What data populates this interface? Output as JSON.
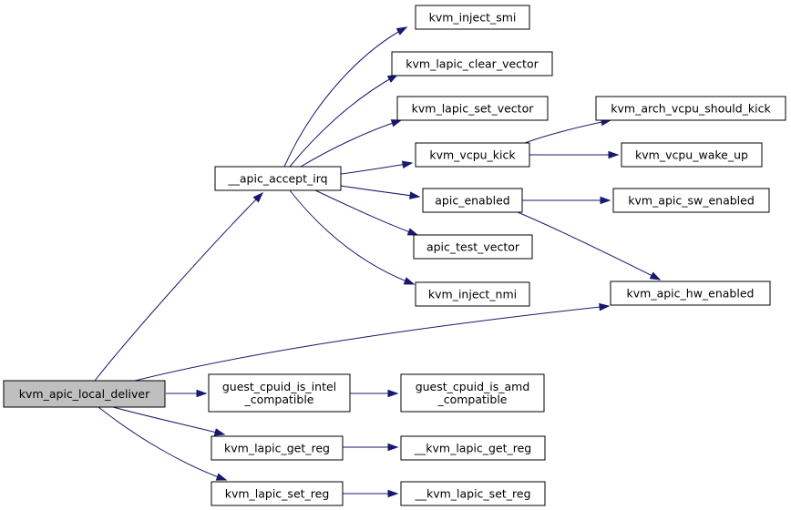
{
  "graph": {
    "nodes": {
      "kvm_apic_local_deliver": {
        "lines": [
          "kvm_apic_local_deliver"
        ],
        "root": true
      },
      "apic_accept_irq": {
        "lines": [
          "__apic_accept_irq"
        ]
      },
      "kvm_inject_smi": {
        "lines": [
          "kvm_inject_smi"
        ]
      },
      "kvm_lapic_clear_vector": {
        "lines": [
          "kvm_lapic_clear_vector"
        ]
      },
      "kvm_lapic_set_vector": {
        "lines": [
          "kvm_lapic_set_vector"
        ]
      },
      "kvm_vcpu_kick": {
        "lines": [
          "kvm_vcpu_kick"
        ]
      },
      "kvm_arch_vcpu_should_kick": {
        "lines": [
          "kvm_arch_vcpu_should_kick"
        ]
      },
      "kvm_vcpu_wake_up": {
        "lines": [
          "kvm_vcpu_wake_up"
        ]
      },
      "apic_enabled": {
        "lines": [
          "apic_enabled"
        ]
      },
      "kvm_apic_sw_enabled": {
        "lines": [
          "kvm_apic_sw_enabled"
        ]
      },
      "apic_test_vector": {
        "lines": [
          "apic_test_vector"
        ]
      },
      "kvm_inject_nmi": {
        "lines": [
          "kvm_inject_nmi"
        ]
      },
      "kvm_apic_hw_enabled": {
        "lines": [
          "kvm_apic_hw_enabled"
        ]
      },
      "guest_cpuid_is_intel_compatible": {
        "lines": [
          "guest_cpuid_is_intel",
          "_compatible"
        ]
      },
      "guest_cpuid_is_amd_compatible": {
        "lines": [
          "guest_cpuid_is_amd",
          "_compatible"
        ]
      },
      "kvm_lapic_get_reg": {
        "lines": [
          "kvm_lapic_get_reg"
        ]
      },
      "kvm_lapic_get_reg_internal": {
        "lines": [
          "__kvm_lapic_get_reg"
        ]
      },
      "kvm_lapic_set_reg": {
        "lines": [
          "kvm_lapic_set_reg"
        ]
      },
      "kvm_lapic_set_reg_internal": {
        "lines": [
          "__kvm_lapic_set_reg"
        ]
      }
    },
    "edges": [
      [
        "kvm_apic_local_deliver",
        "apic_accept_irq"
      ],
      [
        "kvm_apic_local_deliver",
        "kvm_apic_hw_enabled"
      ],
      [
        "kvm_apic_local_deliver",
        "guest_cpuid_is_intel_compatible"
      ],
      [
        "kvm_apic_local_deliver",
        "kvm_lapic_get_reg"
      ],
      [
        "kvm_apic_local_deliver",
        "kvm_lapic_set_reg"
      ],
      [
        "apic_accept_irq",
        "kvm_inject_smi"
      ],
      [
        "apic_accept_irq",
        "kvm_lapic_clear_vector"
      ],
      [
        "apic_accept_irq",
        "kvm_lapic_set_vector"
      ],
      [
        "apic_accept_irq",
        "kvm_vcpu_kick"
      ],
      [
        "apic_accept_irq",
        "apic_enabled"
      ],
      [
        "apic_accept_irq",
        "apic_test_vector"
      ],
      [
        "apic_accept_irq",
        "kvm_inject_nmi"
      ],
      [
        "kvm_vcpu_kick",
        "kvm_arch_vcpu_should_kick"
      ],
      [
        "kvm_vcpu_kick",
        "kvm_vcpu_wake_up"
      ],
      [
        "apic_enabled",
        "kvm_apic_sw_enabled"
      ],
      [
        "apic_enabled",
        "kvm_apic_hw_enabled"
      ],
      [
        "guest_cpuid_is_intel_compatible",
        "guest_cpuid_is_amd_compatible"
      ],
      [
        "kvm_lapic_get_reg",
        "kvm_lapic_get_reg_internal"
      ],
      [
        "kvm_lapic_set_reg",
        "kvm_lapic_set_reg_internal"
      ]
    ]
  }
}
